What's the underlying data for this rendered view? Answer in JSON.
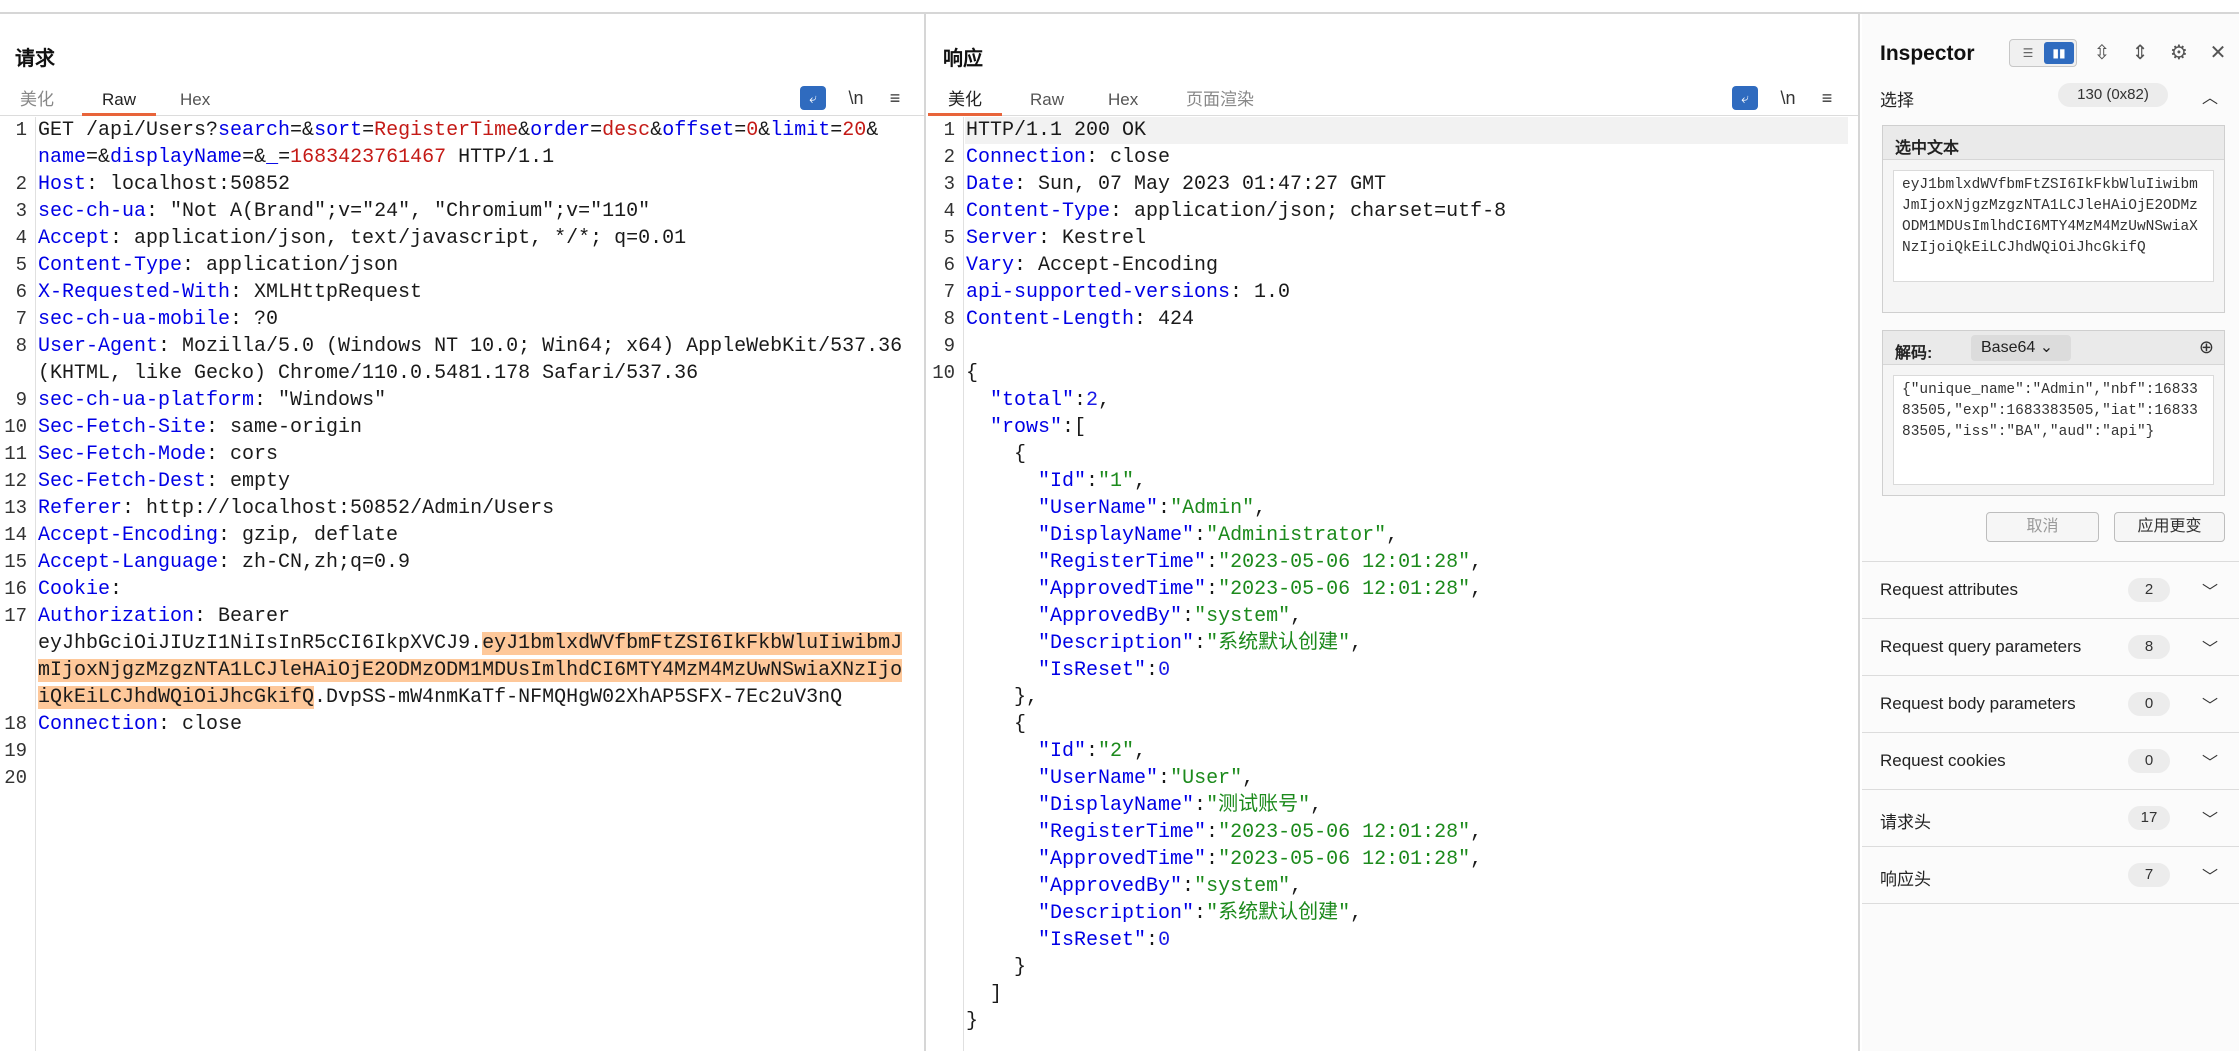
{
  "request": {
    "title": "请求",
    "tabs": [
      "美化",
      "Raw",
      "Hex"
    ],
    "active_tab": "Raw",
    "tools": {
      "newline": "\\n",
      "menu": "≡"
    },
    "lines": [
      {
        "n": "1",
        "parts": [
          [
            "t",
            "GET /api/Users?"
          ],
          [
            "k",
            "search"
          ],
          [
            "t",
            "=&"
          ],
          [
            "k",
            "sort"
          ],
          [
            "t",
            "="
          ],
          [
            "v",
            "RegisterTime"
          ],
          [
            "t",
            "&"
          ],
          [
            "k",
            "order"
          ],
          [
            "t",
            "="
          ],
          [
            "v",
            "desc"
          ],
          [
            "t",
            "&"
          ],
          [
            "k",
            "offset"
          ],
          [
            "t",
            "="
          ],
          [
            "v",
            "0"
          ],
          [
            "t",
            "&"
          ],
          [
            "k",
            "limit"
          ],
          [
            "t",
            "="
          ],
          [
            "v",
            "20"
          ],
          [
            "t",
            "&"
          ]
        ]
      },
      {
        "n": "",
        "parts": [
          [
            "k",
            "name"
          ],
          [
            "t",
            "=&"
          ],
          [
            "k",
            "displayName"
          ],
          [
            "t",
            "=&"
          ],
          [
            "k",
            "_"
          ],
          [
            "t",
            "="
          ],
          [
            "v",
            "1683423761467"
          ],
          [
            "t",
            " HTTP/1.1"
          ]
        ]
      },
      {
        "n": "2",
        "parts": [
          [
            "k",
            "Host"
          ],
          [
            "t",
            ": localhost:50852"
          ]
        ]
      },
      {
        "n": "3",
        "parts": [
          [
            "k",
            "sec-ch-ua"
          ],
          [
            "t",
            ": \"Not A(Brand\";v=\"24\", \"Chromium\";v=\"110\""
          ]
        ]
      },
      {
        "n": "4",
        "parts": [
          [
            "k",
            "Accept"
          ],
          [
            "t",
            ": application/json, text/javascript, */*; q=0.01"
          ]
        ]
      },
      {
        "n": "5",
        "parts": [
          [
            "k",
            "Content-Type"
          ],
          [
            "t",
            ": application/json"
          ]
        ]
      },
      {
        "n": "6",
        "parts": [
          [
            "k",
            "X-Requested-With"
          ],
          [
            "t",
            ": XMLHttpRequest"
          ]
        ]
      },
      {
        "n": "7",
        "parts": [
          [
            "k",
            "sec-ch-ua-mobile"
          ],
          [
            "t",
            ": ?0"
          ]
        ]
      },
      {
        "n": "8",
        "parts": [
          [
            "k",
            "User-Agent"
          ],
          [
            "t",
            ": Mozilla/5.0 (Windows NT 10.0; Win64; x64) AppleWebKit/537.36"
          ]
        ]
      },
      {
        "n": "",
        "parts": [
          [
            "t",
            "(KHTML, like Gecko) Chrome/110.0.5481.178 Safari/537.36"
          ]
        ]
      },
      {
        "n": "9",
        "parts": [
          [
            "k",
            "sec-ch-ua-platform"
          ],
          [
            "t",
            ": \"Windows\""
          ]
        ]
      },
      {
        "n": "10",
        "parts": [
          [
            "k",
            "Sec-Fetch-Site"
          ],
          [
            "t",
            ": same-origin"
          ]
        ]
      },
      {
        "n": "11",
        "parts": [
          [
            "k",
            "Sec-Fetch-Mode"
          ],
          [
            "t",
            ": cors"
          ]
        ]
      },
      {
        "n": "12",
        "parts": [
          [
            "k",
            "Sec-Fetch-Dest"
          ],
          [
            "t",
            ": empty"
          ]
        ]
      },
      {
        "n": "13",
        "parts": [
          [
            "k",
            "Referer"
          ],
          [
            "t",
            ": http://localhost:50852/Admin/Users"
          ]
        ]
      },
      {
        "n": "14",
        "parts": [
          [
            "k",
            "Accept-Encoding"
          ],
          [
            "t",
            ": gzip, deflate"
          ]
        ]
      },
      {
        "n": "15",
        "parts": [
          [
            "k",
            "Accept-Language"
          ],
          [
            "t",
            ": zh-CN,zh;q=0.9"
          ]
        ]
      },
      {
        "n": "16",
        "parts": [
          [
            "k",
            "Cookie"
          ],
          [
            "t",
            ":"
          ]
        ]
      },
      {
        "n": "17",
        "parts": [
          [
            "k",
            "Authorization"
          ],
          [
            "t",
            ": Bearer"
          ]
        ]
      },
      {
        "n": "",
        "parts": [
          [
            "t",
            "eyJhbGciOiJIUzI1NiIsInR5cCI6IkpXVCJ9."
          ],
          [
            "h",
            "eyJ1bmlxdWVfbmFtZSI6IkFkbWluIiwibmJ"
          ]
        ]
      },
      {
        "n": "",
        "parts": [
          [
            "h",
            "mIjoxNjgzMzgzNTA1LCJleHAiOjE2ODMzODM1MDUsImlhdCI6MTY4MzM4MzUwNSwiaXNzIjo"
          ]
        ]
      },
      {
        "n": "",
        "parts": [
          [
            "h",
            "iQkEiLCJhdWQiOiJhcGkifQ"
          ],
          [
            "t",
            ".DvpSS-mW4nmKaTf-NFMQHgW02XhAP5SFX-7Ec2uV3nQ"
          ]
        ]
      },
      {
        "n": "18",
        "parts": [
          [
            "k",
            "Connection"
          ],
          [
            "t",
            ": close"
          ]
        ]
      },
      {
        "n": "19",
        "parts": []
      },
      {
        "n": "20",
        "parts": []
      }
    ]
  },
  "response": {
    "title": "响应",
    "tabs": [
      "美化",
      "Raw",
      "Hex",
      "页面渲染"
    ],
    "active_tab": "美化",
    "tools": {
      "newline": "\\n",
      "menu": "≡"
    },
    "lines": [
      {
        "n": "1",
        "parts": [
          [
            "t",
            "HTTP/1.1 200 OK"
          ]
        ]
      },
      {
        "n": "2",
        "parts": [
          [
            "k",
            "Connection"
          ],
          [
            "t",
            ": close"
          ]
        ]
      },
      {
        "n": "3",
        "parts": [
          [
            "k",
            "Date"
          ],
          [
            "t",
            ": Sun, 07 May 2023 01:47:27 GMT"
          ]
        ]
      },
      {
        "n": "4",
        "parts": [
          [
            "k",
            "Content-Type"
          ],
          [
            "t",
            ": application/json; charset=utf-8"
          ]
        ]
      },
      {
        "n": "5",
        "parts": [
          [
            "k",
            "Server"
          ],
          [
            "t",
            ": Kestrel"
          ]
        ]
      },
      {
        "n": "6",
        "parts": [
          [
            "k",
            "Vary"
          ],
          [
            "t",
            ": Accept-Encoding"
          ]
        ]
      },
      {
        "n": "7",
        "parts": [
          [
            "k",
            "api-supported-versions"
          ],
          [
            "t",
            ": 1.0"
          ]
        ]
      },
      {
        "n": "8",
        "parts": [
          [
            "k",
            "Content-Length"
          ],
          [
            "t",
            ": 424"
          ]
        ]
      },
      {
        "n": "9",
        "parts": []
      },
      {
        "n": "10",
        "parts": [
          [
            "t",
            "{"
          ]
        ]
      },
      {
        "n": "",
        "parts": [
          [
            "t",
            "  "
          ],
          [
            "k",
            "\"total\""
          ],
          [
            "t",
            ":"
          ],
          [
            "n",
            "2"
          ],
          [
            "t",
            ","
          ]
        ]
      },
      {
        "n": "",
        "parts": [
          [
            "t",
            "  "
          ],
          [
            "k",
            "\"rows\""
          ],
          [
            "t",
            ":["
          ]
        ]
      },
      {
        "n": "",
        "parts": [
          [
            "t",
            "    {"
          ]
        ]
      },
      {
        "n": "",
        "parts": [
          [
            "t",
            "      "
          ],
          [
            "k",
            "\"Id\""
          ],
          [
            "t",
            ":"
          ],
          [
            "s",
            "\"1\""
          ],
          [
            "t",
            ","
          ]
        ]
      },
      {
        "n": "",
        "parts": [
          [
            "t",
            "      "
          ],
          [
            "k",
            "\"UserName\""
          ],
          [
            "t",
            ":"
          ],
          [
            "s",
            "\"Admin\""
          ],
          [
            "t",
            ","
          ]
        ]
      },
      {
        "n": "",
        "parts": [
          [
            "t",
            "      "
          ],
          [
            "k",
            "\"DisplayName\""
          ],
          [
            "t",
            ":"
          ],
          [
            "s",
            "\"Administrator\""
          ],
          [
            "t",
            ","
          ]
        ]
      },
      {
        "n": "",
        "parts": [
          [
            "t",
            "      "
          ],
          [
            "k",
            "\"RegisterTime\""
          ],
          [
            "t",
            ":"
          ],
          [
            "s",
            "\"2023-05-06 12:01:28\""
          ],
          [
            "t",
            ","
          ]
        ]
      },
      {
        "n": "",
        "parts": [
          [
            "t",
            "      "
          ],
          [
            "k",
            "\"ApprovedTime\""
          ],
          [
            "t",
            ":"
          ],
          [
            "s",
            "\"2023-05-06 12:01:28\""
          ],
          [
            "t",
            ","
          ]
        ]
      },
      {
        "n": "",
        "parts": [
          [
            "t",
            "      "
          ],
          [
            "k",
            "\"ApprovedBy\""
          ],
          [
            "t",
            ":"
          ],
          [
            "s",
            "\"system\""
          ],
          [
            "t",
            ","
          ]
        ]
      },
      {
        "n": "",
        "parts": [
          [
            "t",
            "      "
          ],
          [
            "k",
            "\"Description\""
          ],
          [
            "t",
            ":"
          ],
          [
            "s",
            "\"系统默认创建\""
          ],
          [
            "t",
            ","
          ]
        ]
      },
      {
        "n": "",
        "parts": [
          [
            "t",
            "      "
          ],
          [
            "k",
            "\"IsReset\""
          ],
          [
            "t",
            ":"
          ],
          [
            "n",
            "0"
          ]
        ]
      },
      {
        "n": "",
        "parts": [
          [
            "t",
            "    },"
          ]
        ]
      },
      {
        "n": "",
        "parts": [
          [
            "t",
            "    {"
          ]
        ]
      },
      {
        "n": "",
        "parts": [
          [
            "t",
            "      "
          ],
          [
            "k",
            "\"Id\""
          ],
          [
            "t",
            ":"
          ],
          [
            "s",
            "\"2\""
          ],
          [
            "t",
            ","
          ]
        ]
      },
      {
        "n": "",
        "parts": [
          [
            "t",
            "      "
          ],
          [
            "k",
            "\"UserName\""
          ],
          [
            "t",
            ":"
          ],
          [
            "s",
            "\"User\""
          ],
          [
            "t",
            ","
          ]
        ]
      },
      {
        "n": "",
        "parts": [
          [
            "t",
            "      "
          ],
          [
            "k",
            "\"DisplayName\""
          ],
          [
            "t",
            ":"
          ],
          [
            "s",
            "\"测试账号\""
          ],
          [
            "t",
            ","
          ]
        ]
      },
      {
        "n": "",
        "parts": [
          [
            "t",
            "      "
          ],
          [
            "k",
            "\"RegisterTime\""
          ],
          [
            "t",
            ":"
          ],
          [
            "s",
            "\"2023-05-06 12:01:28\""
          ],
          [
            "t",
            ","
          ]
        ]
      },
      {
        "n": "",
        "parts": [
          [
            "t",
            "      "
          ],
          [
            "k",
            "\"ApprovedTime\""
          ],
          [
            "t",
            ":"
          ],
          [
            "s",
            "\"2023-05-06 12:01:28\""
          ],
          [
            "t",
            ","
          ]
        ]
      },
      {
        "n": "",
        "parts": [
          [
            "t",
            "      "
          ],
          [
            "k",
            "\"ApprovedBy\""
          ],
          [
            "t",
            ":"
          ],
          [
            "s",
            "\"system\""
          ],
          [
            "t",
            ","
          ]
        ]
      },
      {
        "n": "",
        "parts": [
          [
            "t",
            "      "
          ],
          [
            "k",
            "\"Description\""
          ],
          [
            "t",
            ":"
          ],
          [
            "s",
            "\"系统默认创建\""
          ],
          [
            "t",
            ","
          ]
        ]
      },
      {
        "n": "",
        "parts": [
          [
            "t",
            "      "
          ],
          [
            "k",
            "\"IsReset\""
          ],
          [
            "t",
            ":"
          ],
          [
            "n",
            "0"
          ]
        ]
      },
      {
        "n": "",
        "parts": [
          [
            "t",
            "    }"
          ]
        ]
      },
      {
        "n": "",
        "parts": [
          [
            "t",
            "  ]"
          ]
        ]
      },
      {
        "n": "",
        "parts": [
          [
            "t",
            "}"
          ]
        ]
      }
    ]
  },
  "inspector": {
    "title": "Inspector",
    "selection": {
      "label": "选择",
      "count": "130 (0x82)"
    },
    "selected_text": {
      "label": "选中文本",
      "value": "eyJ1bmlxdWVfbmFtZSI6IkFkbWluIiwibmJmIjoxNjgzMzgzNTA1LCJleHAiOjE2ODMzODM1MDUsImlhdCI6MTY4MzM4MzUwNSwiaXNzIjoiQkEiLCJhdWQiOiJhcGkifQ"
    },
    "decode": {
      "label": "解码:",
      "encoding": "Base64",
      "value": "{\"unique_name\":\"Admin\",\"nbf\":1683383505,\"exp\":1683383505,\"iat\":1683383505,\"iss\":\"BA\",\"aud\":\"api\"}"
    },
    "buttons": {
      "cancel": "取消",
      "apply": "应用更变"
    },
    "sections": [
      {
        "label": "Request attributes",
        "count": "2"
      },
      {
        "label": "Request query parameters",
        "count": "8"
      },
      {
        "label": "Request body parameters",
        "count": "0"
      },
      {
        "label": "Request cookies",
        "count": "0"
      },
      {
        "label": "请求头",
        "count": "17"
      },
      {
        "label": "响应头",
        "count": "7"
      }
    ]
  },
  "colors": {
    "accent": "#2f6bbf",
    "tab_underline": "#e8643a",
    "highlight": "#fec89a",
    "key": "#0000e6",
    "value": "#c41a16",
    "string": "#1c8a1c"
  }
}
